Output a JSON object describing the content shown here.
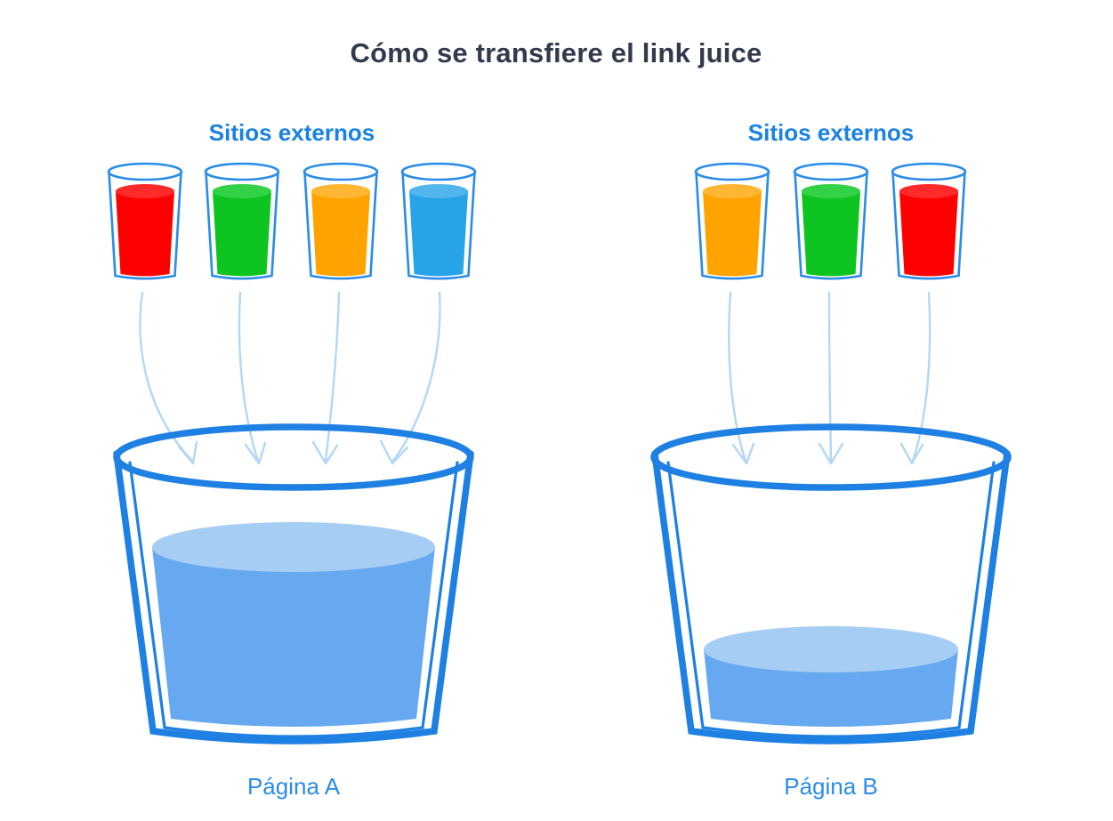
{
  "page": {
    "title": "Cómo se transfiere el link juice",
    "background_color": "#ffffff",
    "title_color": "#333a4d",
    "accent_color": "#1a82e2",
    "arrow_color": "#b3d7f5"
  },
  "diagram": {
    "type": "comparison-diagram",
    "description": "Dos cubos que reciben link juice desde vasos de sitios externos",
    "groups": [
      {
        "id": "left",
        "header_label": "Sitios externos",
        "bucket_label": "Página A",
        "bucket_fill_percent": 65,
        "source_count": 4,
        "sources": [
          {
            "name": "glass-red",
            "color": "#ff0000",
            "top_color": "#ff2a2a",
            "fill_percent": 78
          },
          {
            "name": "glass-green",
            "color": "#0dc421",
            "top_color": "#33d146",
            "fill_percent": 78
          },
          {
            "name": "glass-orange",
            "color": "#ffa300",
            "top_color": "#ffb733",
            "fill_percent": 78
          },
          {
            "name": "glass-blue",
            "color": "#27a3e8",
            "top_color": "#52b6ee",
            "fill_percent": 78
          }
        ],
        "arrows": 4
      },
      {
        "id": "right",
        "header_label": "Sitios externos",
        "bucket_label": "Página B",
        "bucket_fill_percent": 28,
        "source_count": 3,
        "sources": [
          {
            "name": "glass-orange",
            "color": "#ffa300",
            "top_color": "#ffb733",
            "fill_percent": 78
          },
          {
            "name": "glass-green",
            "color": "#0dc421",
            "top_color": "#33d146",
            "fill_percent": 78
          },
          {
            "name": "glass-red",
            "color": "#ff0000",
            "top_color": "#ff2a2a",
            "fill_percent": 78
          }
        ],
        "arrows": 3
      }
    ],
    "colors": {
      "bucket_stroke": "#1e80e2",
      "glass_stroke": "#2a8ce8",
      "liquid_body": "#66a9f0",
      "liquid_top": "#a6cdf4",
      "arrow": "#b3d7f5"
    }
  }
}
